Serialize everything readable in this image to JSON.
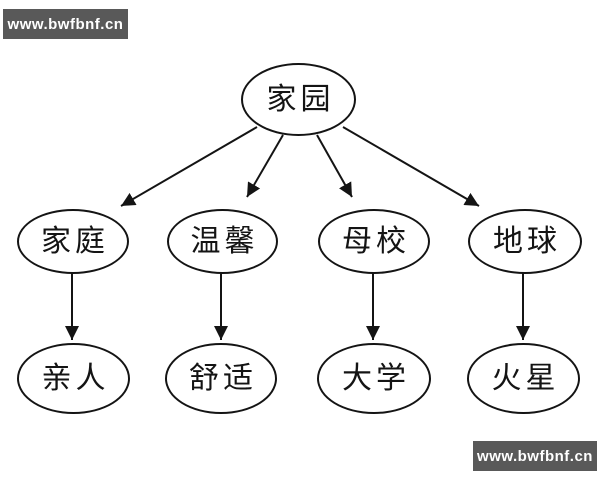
{
  "watermark_top": {
    "text": "www.bwfbnf.cn"
  },
  "watermark_bottom": {
    "text": "www.bwfbnf.cn"
  },
  "colors": {
    "background": "#ffffff",
    "stroke": "#141414",
    "watermark_bg": "#595959",
    "watermark_fg": "#ffffff"
  },
  "diagram": {
    "type": "tree",
    "root": {
      "label": "家园"
    },
    "level2": [
      {
        "label": "家庭"
      },
      {
        "label": "温馨"
      },
      {
        "label": "母校"
      },
      {
        "label": "地球"
      }
    ],
    "level3": [
      {
        "label": "亲人"
      },
      {
        "label": "舒适"
      },
      {
        "label": "大学"
      },
      {
        "label": "火星"
      }
    ],
    "edges": [
      {
        "from": "家园",
        "to": "家庭"
      },
      {
        "from": "家园",
        "to": "温馨"
      },
      {
        "from": "家园",
        "to": "母校"
      },
      {
        "from": "家园",
        "to": "地球"
      },
      {
        "from": "家庭",
        "to": "亲人"
      },
      {
        "from": "温馨",
        "to": "舒适"
      },
      {
        "from": "母校",
        "to": "大学"
      },
      {
        "from": "地球",
        "to": "火星"
      }
    ]
  }
}
